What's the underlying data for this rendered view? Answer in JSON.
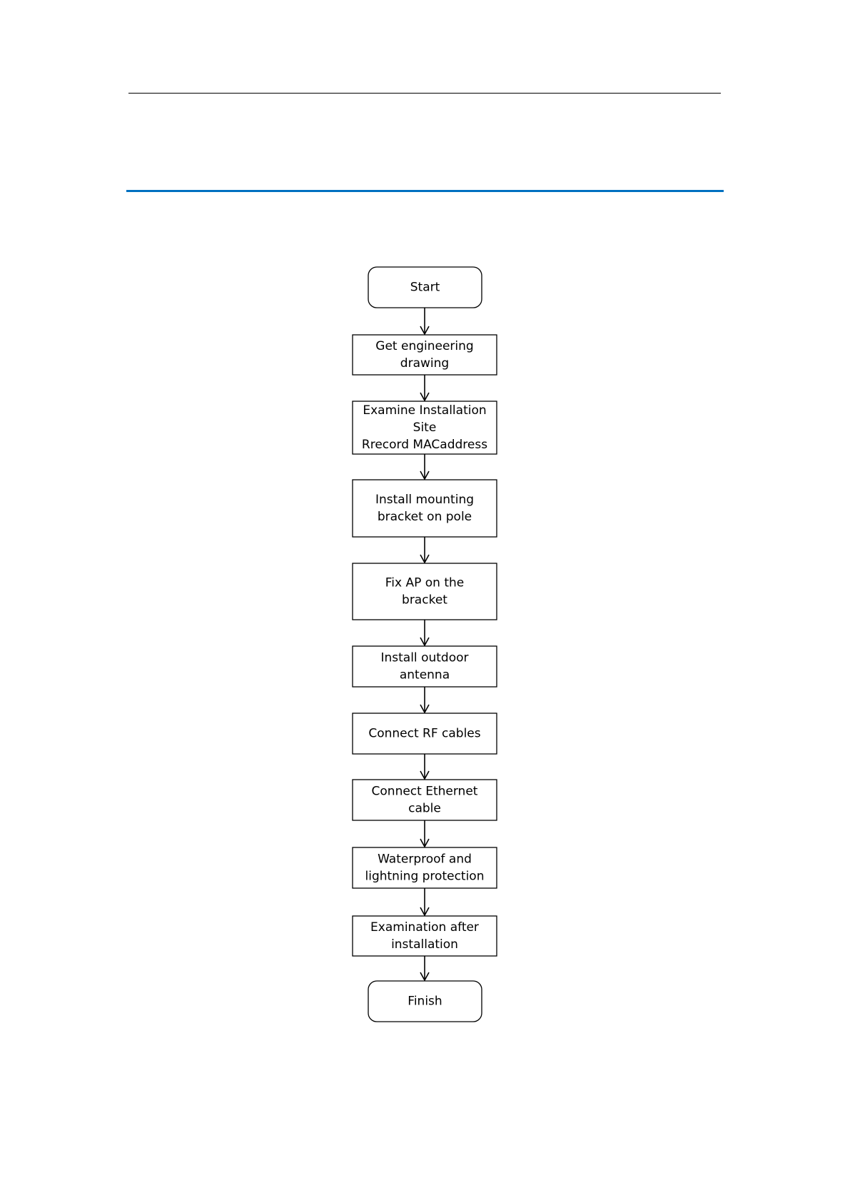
{
  "flowchart": {
    "nodes": [
      {
        "id": "start",
        "shape": "terminal",
        "lines": [
          "Start"
        ]
      },
      {
        "id": "engineering-drawing",
        "shape": "process",
        "lines": [
          "Get engineering",
          "drawing"
        ]
      },
      {
        "id": "examine-site",
        "shape": "process",
        "lines": [
          "Examine Installation",
          "Site",
          "Rrecord MACaddress"
        ]
      },
      {
        "id": "install-bracket",
        "shape": "process",
        "lines": [
          "Install mounting",
          "bracket on pole"
        ]
      },
      {
        "id": "fix-ap",
        "shape": "process",
        "lines": [
          "Fix AP on the",
          "bracket"
        ]
      },
      {
        "id": "install-antenna",
        "shape": "process",
        "lines": [
          "Install outdoor",
          "antenna"
        ]
      },
      {
        "id": "connect-rf",
        "shape": "process",
        "lines": [
          "Connect RF cables"
        ]
      },
      {
        "id": "connect-ethernet",
        "shape": "process",
        "lines": [
          "Connect  Ethernet",
          "cable"
        ]
      },
      {
        "id": "waterproof",
        "shape": "process",
        "lines": [
          "Waterproof and",
          "lightning protection"
        ]
      },
      {
        "id": "examination",
        "shape": "process",
        "lines": [
          "Examination after",
          "installation"
        ]
      },
      {
        "id": "finish",
        "shape": "terminal",
        "lines": [
          "Finish"
        ]
      }
    ],
    "edges": [
      {
        "from": "start",
        "to": "engineering-drawing"
      },
      {
        "from": "engineering-drawing",
        "to": "examine-site"
      },
      {
        "from": "examine-site",
        "to": "install-bracket"
      },
      {
        "from": "install-bracket",
        "to": "fix-ap"
      },
      {
        "from": "fix-ap",
        "to": "install-antenna"
      },
      {
        "from": "install-antenna",
        "to": "connect-rf"
      },
      {
        "from": "connect-rf",
        "to": "connect-ethernet"
      },
      {
        "from": "connect-ethernet",
        "to": "waterproof"
      },
      {
        "from": "waterproof",
        "to": "examination"
      },
      {
        "from": "examination",
        "to": "finish"
      }
    ],
    "colors": {
      "stroke": "#000000",
      "fill": "#ffffff",
      "text": "#000000",
      "section_rule": "#0070c0"
    }
  }
}
